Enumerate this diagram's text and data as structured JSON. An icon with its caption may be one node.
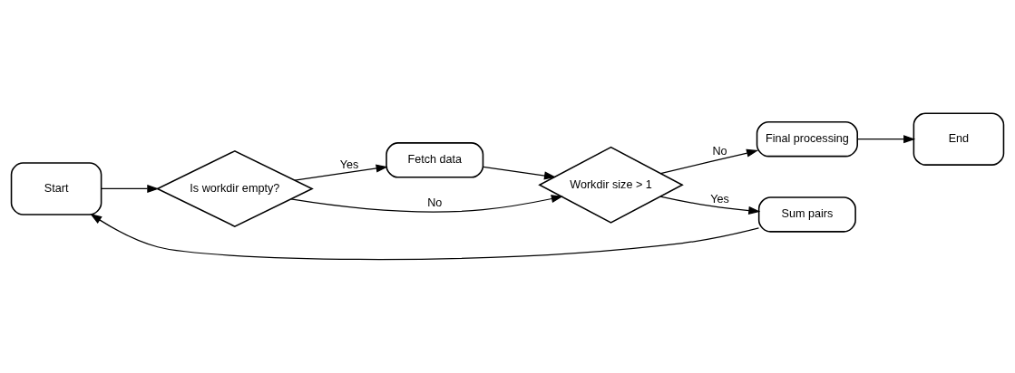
{
  "diagram": {
    "nodes": [
      {
        "text": [
          "Start"
        ]
      },
      {
        "text": [
          "Is workdir empty?"
        ]
      },
      {
        "text": [
          "Fetch data"
        ]
      },
      {
        "text": [
          "Workdir size > 1"
        ]
      },
      {
        "text": [
          "Final processing"
        ]
      },
      {
        "text": [
          "End"
        ]
      },
      {
        "text": [
          "Sum pairs"
        ]
      }
    ],
    "edges": [
      {
        "from": 0,
        "to": 1,
        "arrow": "to"
      },
      {
        "from": 1,
        "to": 2,
        "arrow": "to",
        "label": "Yes"
      },
      {
        "from": 2,
        "to": 3,
        "arrow": "to"
      },
      {
        "from": 1,
        "to": 3,
        "arrow": "to",
        "label": "No"
      },
      {
        "from": 3,
        "to": 4,
        "arrow": "to",
        "label": "No"
      },
      {
        "from": 4,
        "to": 5,
        "arrow": "to"
      },
      {
        "from": 3,
        "to": 6,
        "arrow": "to",
        "label": "Yes"
      },
      {
        "from": 6,
        "to": 0,
        "arrow": "to"
      }
    ]
  }
}
